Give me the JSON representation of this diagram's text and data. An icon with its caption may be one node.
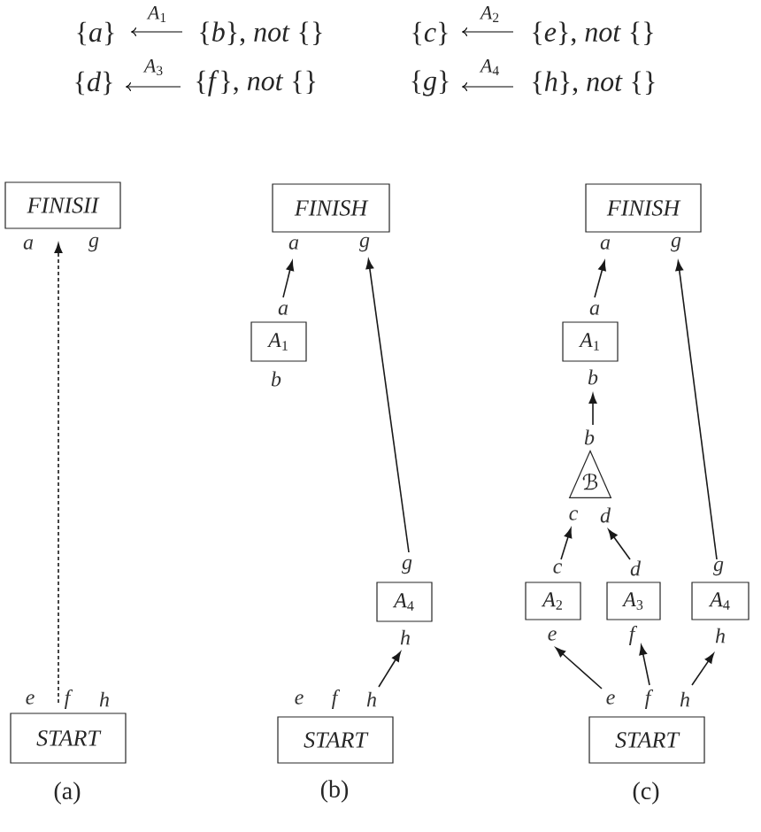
{
  "diagram": {
    "nodes": [
      {
        "text": [
          "FINISII"
        ],
        "beside": [
          "a",
          "g"
        ]
      },
      {
        "text": [
          "START"
        ],
        "beside": [
          "e",
          "f",
          "h"
        ]
      },
      {
        "text": [
          "FINISH"
        ],
        "beside": [
          "a",
          "g"
        ]
      },
      {
        "text": [
          "*A*$_{1}$"
        ],
        "beside": [
          "a",
          "b"
        ]
      },
      {
        "text": [
          "*A*$_{4}$"
        ],
        "beside": [
          "g",
          "h"
        ]
      },
      {
        "text": [
          "START"
        ],
        "beside": [
          "e",
          "f",
          "h"
        ]
      },
      {
        "text": [
          "FINISH"
        ],
        "beside": [
          "a",
          "g"
        ]
      },
      {
        "text": [
          "*A*$_{1}$"
        ],
        "beside": [
          "a",
          "b"
        ]
      },
      {
        "text": [
          "ℬ"
        ],
        "beside": [
          "b",
          "c",
          "d"
        ]
      },
      {
        "text": [
          "*A*$_{2}$"
        ],
        "beside": [
          "c",
          "e"
        ]
      },
      {
        "text": [
          "*A*$_{3}$"
        ],
        "beside": [
          "d",
          "f"
        ]
      },
      {
        "text": [
          "*A*$_{4}$"
        ],
        "beside": [
          "g",
          "h"
        ]
      },
      {
        "text": [
          "START"
        ],
        "beside": [
          "e",
          "f",
          "h"
        ]
      }
    ],
    "edges": [
      {
        "from": 1,
        "to": 0,
        "arrow": "to",
        "style": "dashed"
      },
      {
        "from": 3,
        "to": 2,
        "arrow": "to"
      },
      {
        "from": 4,
        "to": 2,
        "arrow": "to"
      },
      {
        "from": 5,
        "to": 4,
        "arrow": "to"
      },
      {
        "from": 7,
        "to": 6,
        "arrow": "to"
      },
      {
        "from": 8,
        "to": 7,
        "arrow": "to"
      },
      {
        "from": 9,
        "to": 8,
        "arrow": "to"
      },
      {
        "from": 10,
        "to": 8,
        "arrow": "to"
      },
      {
        "from": 11,
        "to": 6,
        "arrow": "to"
      },
      {
        "from": 12,
        "to": 9,
        "arrow": "to"
      },
      {
        "from": 12,
        "to": 10,
        "arrow": "to"
      },
      {
        "from": 12,
        "to": 11,
        "arrow": "to"
      }
    ],
    "labels": [
      "{*a*}",
      "*A*$_{1}$",
      "{*b*}, *not* {}",
      "{*c*}",
      "*A*$_{2}$",
      "{*e*}, *not* {}",
      "{*d*}",
      "*A*$_{3}$",
      "{*f*}, *not* {}",
      "{*g*}",
      "*A*$_{4}$",
      "{*h*}, *not* {}",
      "(a)",
      "(b)",
      "(c)"
    ]
  }
}
